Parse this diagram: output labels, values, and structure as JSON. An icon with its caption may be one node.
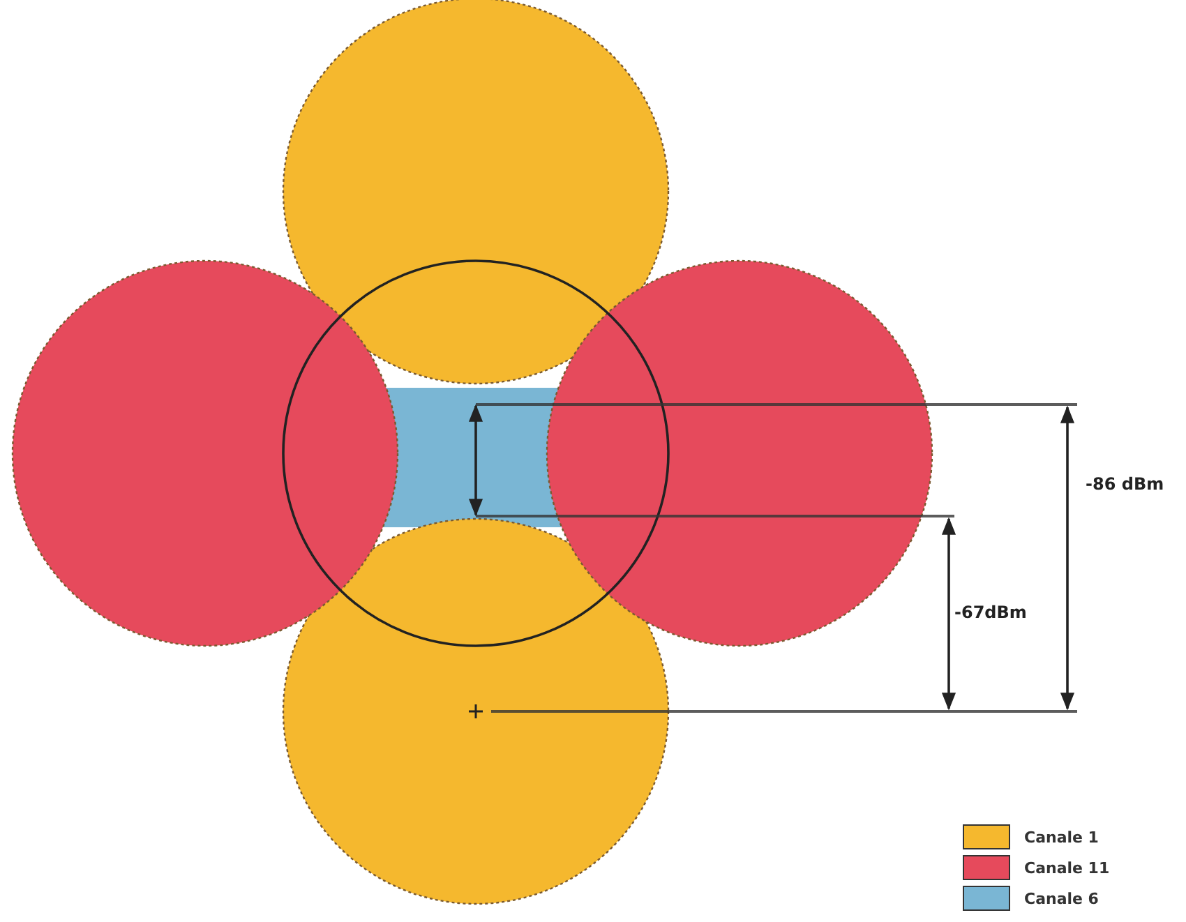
{
  "diagram": {
    "labels": [
      "-86 dBm",
      "-67dBm"
    ],
    "legend": [
      {
        "text": "Canale 1",
        "color": "#f5b82e"
      },
      {
        "text": "Canale 11",
        "color": "#e64a5c"
      },
      {
        "text": "Canale 6",
        "color": "#7ab6d4"
      }
    ]
  }
}
